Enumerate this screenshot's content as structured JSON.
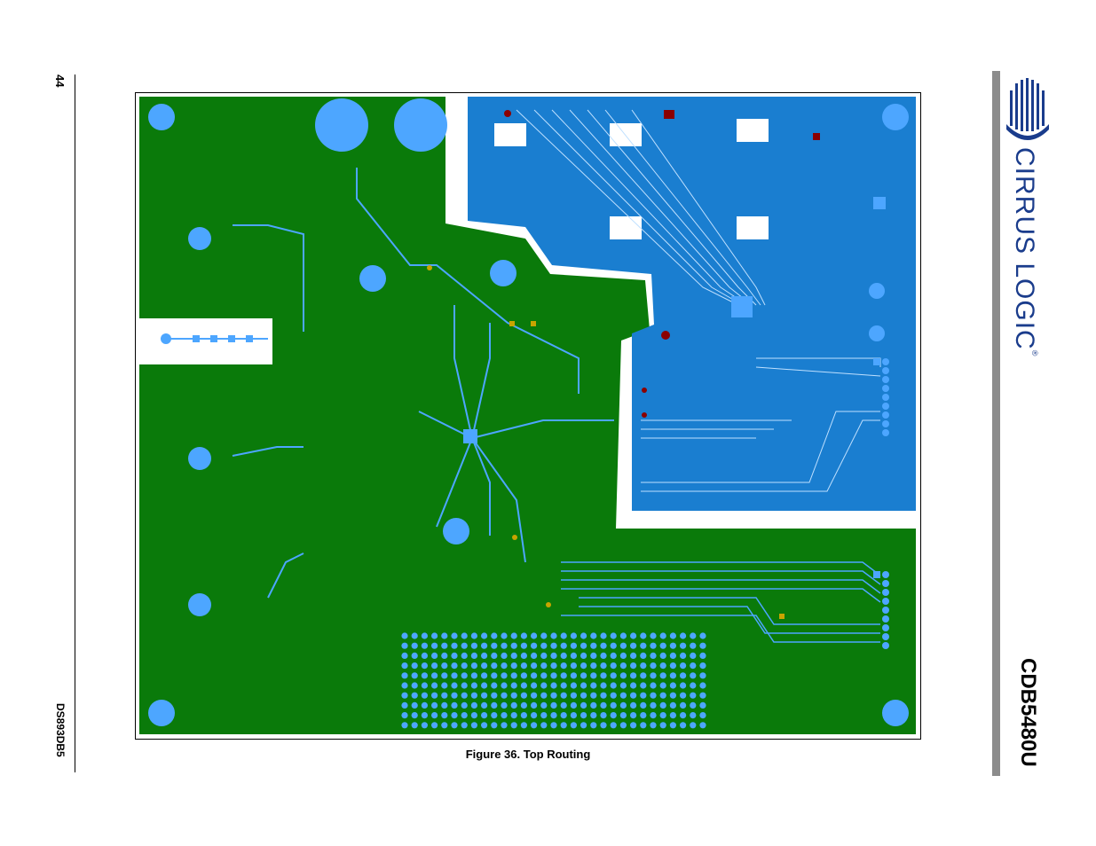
{
  "page": {
    "number": "44",
    "doc_id": "DS893DB5",
    "product": "CDB5480U",
    "logo_text": "CIRRUS LOGIC",
    "logo_registered": "®",
    "figure_caption": "Figure 36.  Top Routing"
  },
  "colors": {
    "board_green": "#0a7a0a",
    "copper_blue": "#1a7ed0",
    "pad_light": "#4da6ff",
    "solder_red": "#8b0000",
    "gold_via": "#c8a400",
    "accent_bar": "#8c8c8c",
    "logo_blue": "#1a3c8c"
  }
}
